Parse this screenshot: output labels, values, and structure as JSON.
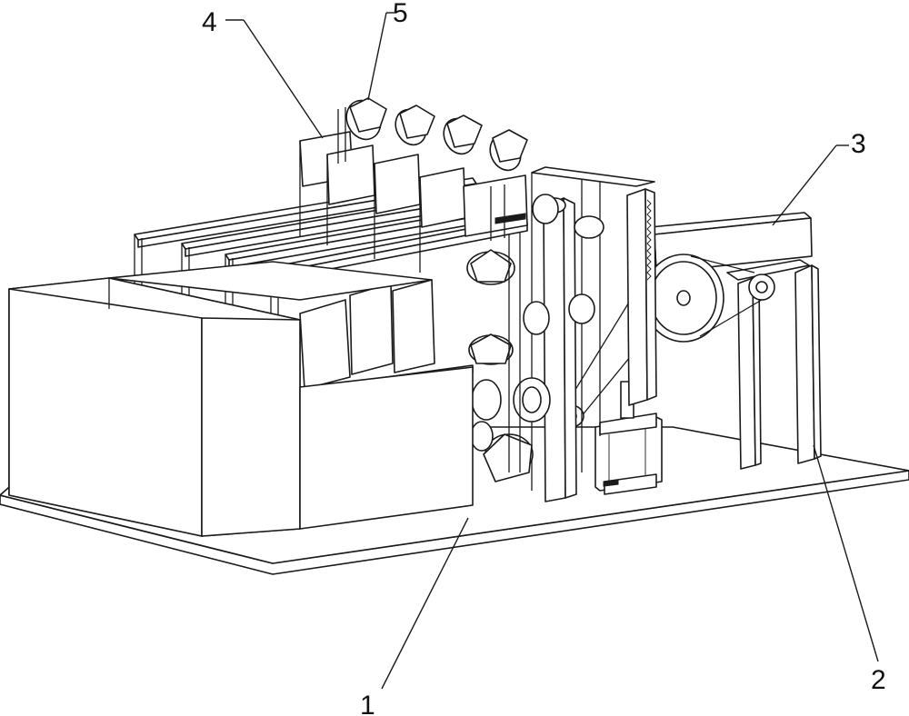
{
  "labels": [
    {
      "id": "1",
      "text": "1"
    },
    {
      "id": "2",
      "text": "2"
    },
    {
      "id": "3",
      "text": "3"
    },
    {
      "id": "4",
      "text": "4"
    },
    {
      "id": "5",
      "text": "5"
    }
  ]
}
